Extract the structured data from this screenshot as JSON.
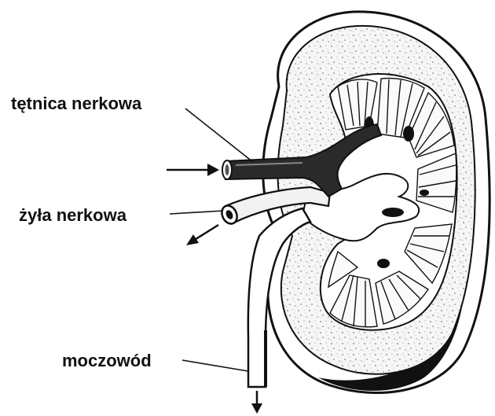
{
  "labels": {
    "renal_artery": "tętnica nerkowa",
    "renal_vein": "żyła nerkowa",
    "ureter": "moczowód"
  },
  "colors": {
    "ink": "#111111",
    "cortex": "#f4f4f4",
    "medulla": "#ffffff",
    "background": "#ffffff"
  }
}
